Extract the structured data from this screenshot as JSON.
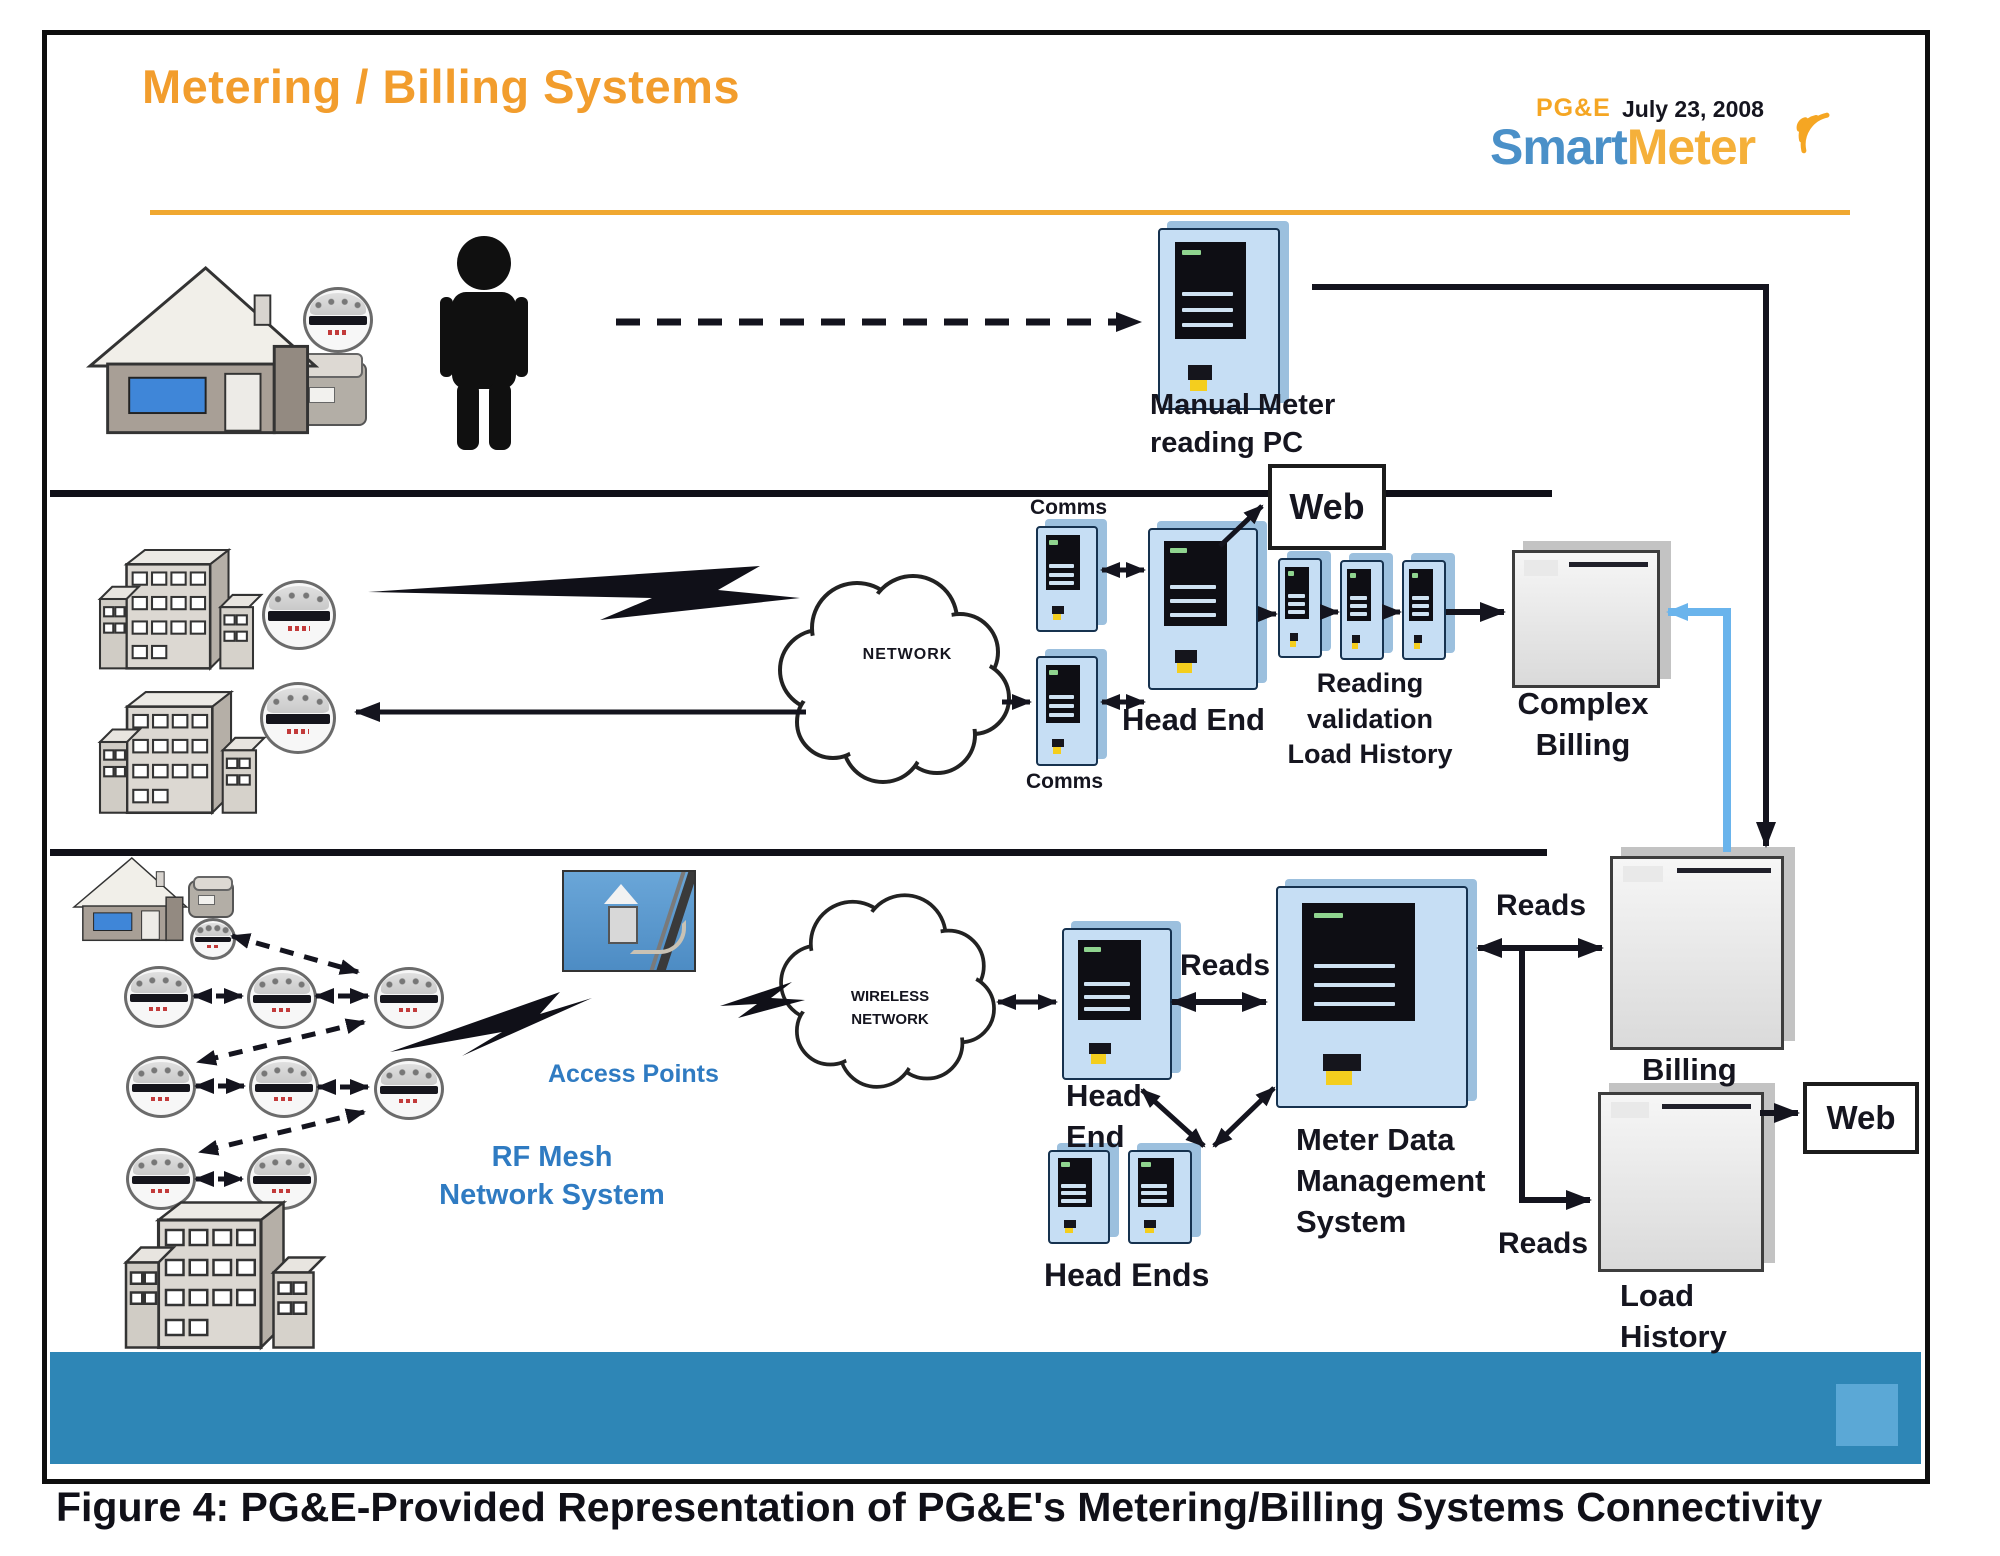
{
  "header": {
    "title": "Metering / Billing Systems",
    "logo_brand": "PG&E",
    "logo_date": "July 23, 2008",
    "logo_smart": "Smart",
    "logo_meter": "Meter"
  },
  "caption": "Figure 4:  PG&E-Provided Representation of PG&E's Metering/Billing Systems Connectivity",
  "colors": {
    "title_orange": "#F29D2D",
    "rule_orange": "#F0A830",
    "logo_blue": "#4A90C8",
    "logo_orange": "#F5B03A",
    "diagram_label_blue": "#2F7BC2",
    "band_blue": "#2E86B6",
    "band_square_blue": "#5BA8D6",
    "blue_arrow": "#6AB4EC",
    "server_blue": "#C6DEF4",
    "box_gray": "#E4E4E4"
  },
  "top_row": {
    "pc_label": "Manual Meter\nreading PC"
  },
  "middle_row": {
    "comms_top": "Comms",
    "comms_bottom": "Comms",
    "head_end": "Head End",
    "web": "Web",
    "network_cloud": "NETWORK",
    "reading_validation": "Reading validation\nLoad History",
    "complex_billing": "Complex\nBilling"
  },
  "bottom_row": {
    "access_points": "Access Points",
    "rf_mesh": "RF Mesh\nNetwork System",
    "wireless_cloud": "WIRELESS\nNETWORK",
    "head_end": "Head\nEnd",
    "head_ends": "Head Ends",
    "mdms": "Meter Data\nManagement\nSystem",
    "reads_head_end": "Reads",
    "reads_billing": "Reads",
    "reads_load_history": "Reads",
    "billing": "Billing",
    "load_history": "Load\nHistory",
    "web": "Web"
  }
}
